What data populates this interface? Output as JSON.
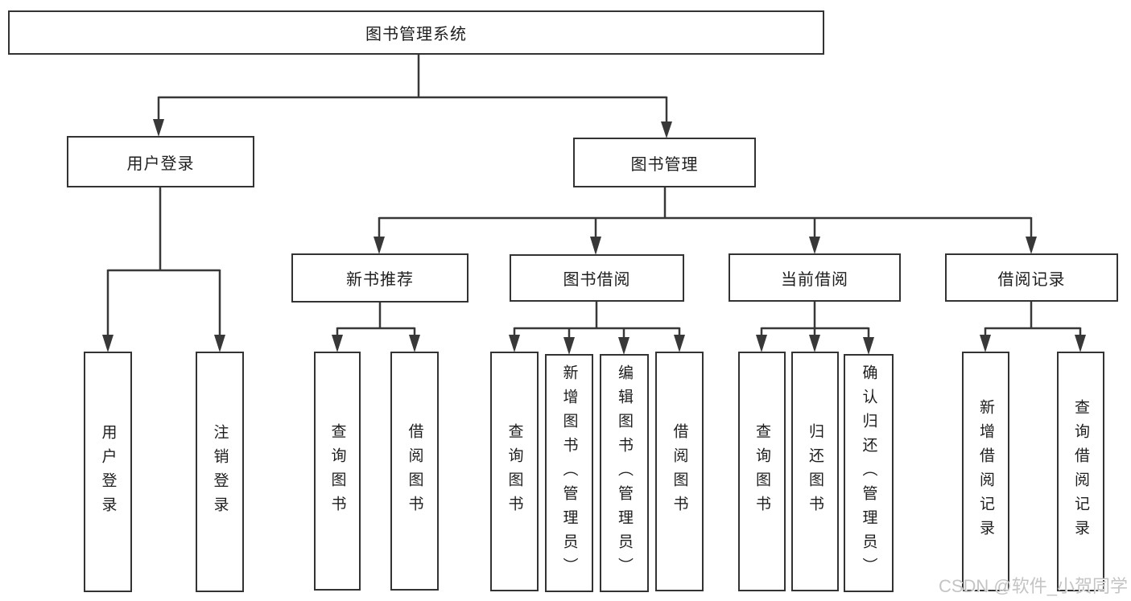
{
  "diagram": {
    "type": "hierarchy-tree",
    "root": {
      "label": "图书管理系统"
    },
    "branches": [
      {
        "label": "用户登录",
        "children": [
          {
            "label": "用户登录"
          },
          {
            "label": "注销登录"
          }
        ]
      },
      {
        "label": "图书管理",
        "children": [
          {
            "label": "新书推荐",
            "children": [
              {
                "label": "查询图书"
              },
              {
                "label": "借阅图书"
              }
            ]
          },
          {
            "label": "图书借阅",
            "children": [
              {
                "label": "查询图书"
              },
              {
                "label": "新增图书（管理员）"
              },
              {
                "label": "编辑图书（管理员）"
              },
              {
                "label": "借阅图书"
              }
            ]
          },
          {
            "label": "当前借阅",
            "children": [
              {
                "label": "查询图书"
              },
              {
                "label": "归还图书"
              },
              {
                "label": "确认归还（管理员）"
              }
            ]
          },
          {
            "label": "借阅记录",
            "children": [
              {
                "label": "新增借阅记录"
              },
              {
                "label": "查询借阅记录"
              }
            ]
          }
        ]
      }
    ]
  },
  "watermark": {
    "text": "CSDN @软件_小贺同学"
  },
  "colors": {
    "line": "#383838",
    "box_border": "#333333",
    "text": "#1e1e1e",
    "watermark": "#c4c4c4",
    "background": "#ffffff"
  }
}
